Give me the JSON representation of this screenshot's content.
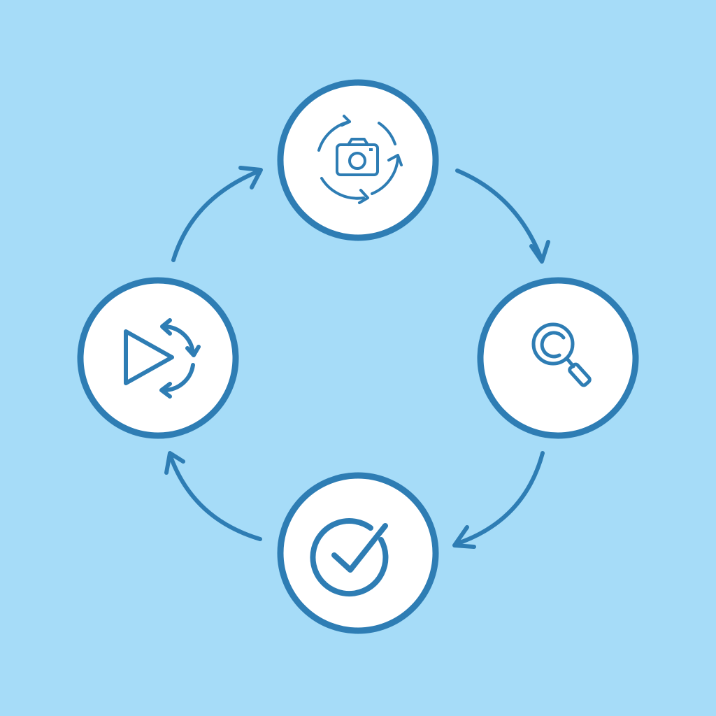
{
  "colors": {
    "background": "#a6dcf8",
    "stroke": "#2e7db4",
    "node_fill": "#ffffff"
  },
  "diagram": {
    "type": "cycle",
    "direction": "clockwise",
    "nodes": [
      {
        "id": "capture",
        "icon": "camera-refresh-icon"
      },
      {
        "id": "inspect",
        "icon": "magnifier-icon"
      },
      {
        "id": "verify",
        "icon": "check-circle-icon"
      },
      {
        "id": "replay",
        "icon": "play-refresh-icon"
      }
    ],
    "edges": [
      {
        "from": "capture",
        "to": "inspect"
      },
      {
        "from": "inspect",
        "to": "verify"
      },
      {
        "from": "verify",
        "to": "replay"
      },
      {
        "from": "replay",
        "to": "capture"
      }
    ]
  }
}
